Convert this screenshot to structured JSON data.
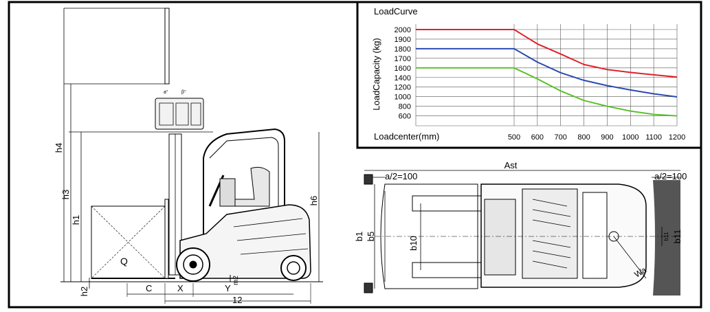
{
  "side_view": {
    "labels": {
      "h4": "h4",
      "h3": "h3",
      "h1": "h1",
      "h2": "h2",
      "h6": "h6",
      "Q": "Q",
      "C": "C",
      "X": "X",
      "Y": "Y",
      "m2": "m2",
      "l2": "12",
      "alpha": "a°",
      "beta": "β°"
    }
  },
  "load_curve": {
    "title": "LoadCurve",
    "ylabel": "LoadCapacity (kg)",
    "xlabel": "Loadcenter(mm)"
  },
  "chart_data": {
    "type": "line",
    "title": "LoadCurve",
    "xlabel": "Loadcenter(mm)",
    "ylabel": "LoadCapacity (kg)",
    "x_ticks": [
      500,
      600,
      700,
      800,
      900,
      1000,
      1100,
      1200
    ],
    "y_ticks": [
      2000,
      1900,
      1800,
      1700,
      1600,
      1400,
      1200,
      1000,
      800,
      600
    ],
    "grid": true,
    "series": [
      {
        "color": "#e0202a",
        "x": [
          0,
          500,
          600,
          700,
          800,
          900,
          1000,
          1100,
          1200
        ],
        "y": [
          2000,
          2000,
          1850,
          1745,
          1635,
          1565,
          1505,
          1455,
          1410
        ]
      },
      {
        "color": "#2b4ab0",
        "x": [
          0,
          500,
          600,
          700,
          800,
          900,
          1000,
          1100,
          1200
        ],
        "y": [
          1800,
          1800,
          1660,
          1500,
          1340,
          1230,
          1140,
          1060,
          995
        ]
      },
      {
        "color": "#5cc02c",
        "x": [
          0,
          500,
          600,
          700,
          800,
          900,
          1000,
          1100,
          1200
        ],
        "y": [
          1600,
          1600,
          1370,
          1120,
          920,
          800,
          700,
          630,
          590
        ]
      }
    ]
  },
  "top_view": {
    "labels": {
      "ast": "Ast",
      "a2_left": "a/2=100",
      "a2_right": "a/2=100",
      "b1": "b1",
      "b5": "b5",
      "b10": "b10",
      "b11": "b11",
      "b11_small": "b11",
      "wa": "Wa"
    }
  }
}
